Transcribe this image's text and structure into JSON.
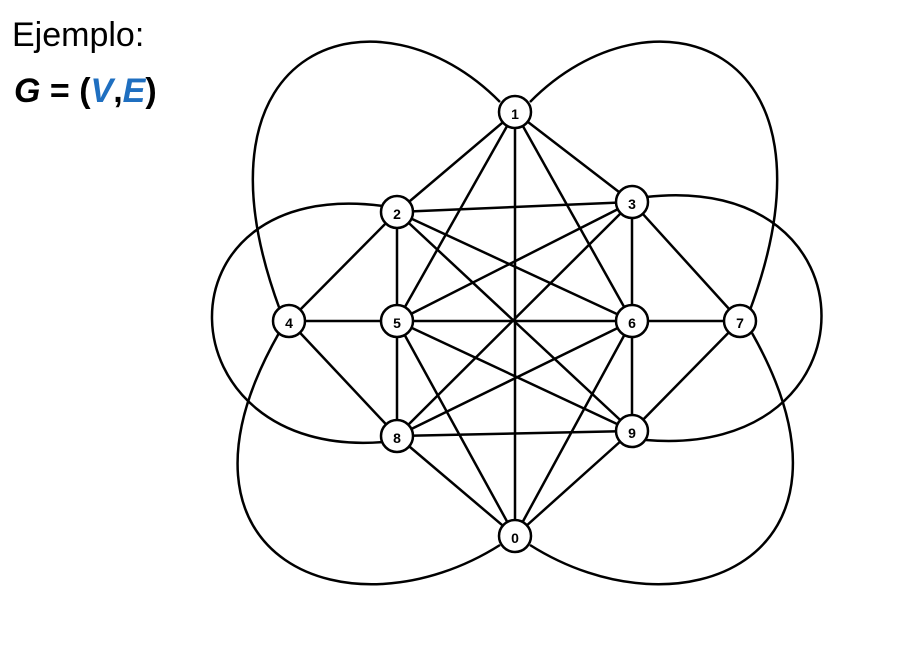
{
  "header": {
    "title": "Ejemplo:",
    "formula": {
      "g": "G",
      "equals_open": " = (",
      "v": "V",
      "comma": ",",
      "e": "E",
      "close": ")"
    }
  },
  "colors": {
    "accent_blue": "#1f6fc0",
    "line": "#000000"
  },
  "graph": {
    "nodes": [
      {
        "id": "0",
        "label": "0"
      },
      {
        "id": "1",
        "label": "1"
      },
      {
        "id": "2",
        "label": "2"
      },
      {
        "id": "3",
        "label": "3"
      },
      {
        "id": "4",
        "label": "4"
      },
      {
        "id": "5",
        "label": "5"
      },
      {
        "id": "6",
        "label": "6"
      },
      {
        "id": "7",
        "label": "7"
      },
      {
        "id": "8",
        "label": "8"
      },
      {
        "id": "9",
        "label": "9"
      }
    ],
    "straight_edges": [
      [
        "1",
        "2"
      ],
      [
        "1",
        "3"
      ],
      [
        "1",
        "5"
      ],
      [
        "1",
        "6"
      ],
      [
        "1",
        "0"
      ],
      [
        "2",
        "3"
      ],
      [
        "2",
        "4"
      ],
      [
        "2",
        "5"
      ],
      [
        "2",
        "6"
      ],
      [
        "2",
        "9"
      ],
      [
        "3",
        "5"
      ],
      [
        "3",
        "6"
      ],
      [
        "3",
        "7"
      ],
      [
        "3",
        "8"
      ],
      [
        "4",
        "5"
      ],
      [
        "4",
        "8"
      ],
      [
        "5",
        "6"
      ],
      [
        "5",
        "9"
      ],
      [
        "5",
        "8"
      ],
      [
        "5",
        "0"
      ],
      [
        "6",
        "7"
      ],
      [
        "6",
        "8"
      ],
      [
        "6",
        "9"
      ],
      [
        "6",
        "0"
      ],
      [
        "7",
        "9"
      ],
      [
        "8",
        "9"
      ],
      [
        "8",
        "0"
      ],
      [
        "9",
        "0"
      ]
    ],
    "curved_edges": [
      [
        "1",
        "4"
      ],
      [
        "1",
        "7"
      ],
      [
        "2",
        "8"
      ],
      [
        "3",
        "9"
      ],
      [
        "4",
        "0"
      ],
      [
        "7",
        "0"
      ]
    ]
  }
}
